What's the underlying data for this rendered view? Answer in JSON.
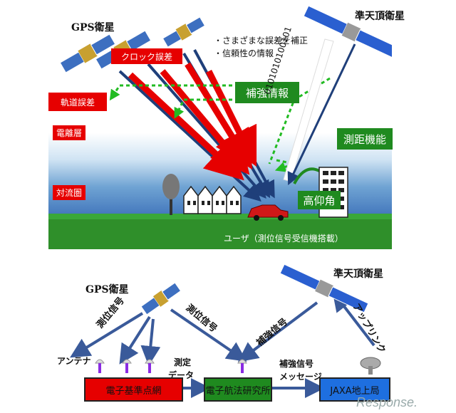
{
  "top": {
    "gps_label": "GPS衛星",
    "qzs_label": "準天頂衛星",
    "bullet1": "・さまざまな誤差を補正",
    "bullet2": "・信頼性の情報",
    "clock_error": "クロック誤差",
    "orbit_error": "軌道誤差",
    "ionosphere": "電離層",
    "troposphere": "対流圏",
    "augmentation": "補強情報",
    "ranging": "測距機能",
    "elevation": "高仰角",
    "binary": "0101010100101",
    "user": "ユーザ（測位信号受信機搭載）"
  },
  "bottom": {
    "gps_label": "GPS衛星",
    "qzs_label": "準天頂衛星",
    "positioning_signal_left": "測位信号",
    "positioning_signal_center": "測位信号",
    "augmentation_signal": "補強信号",
    "uplink": "アップリンク",
    "antenna": "アンテナ",
    "measurement": "測定",
    "data": "データ",
    "augmentation_msg1": "補強信号",
    "augmentation_msg2": "メッセージ",
    "node1": "電子基準点網",
    "node2": "電子航法研究所",
    "node3": "JAXA地上局"
  },
  "watermark": "Response.",
  "colors": {
    "red": "#e60000",
    "green": "#1f8a1f",
    "blue_node": "#1e6fe0",
    "arrow_blue": "#3a5a9a"
  }
}
